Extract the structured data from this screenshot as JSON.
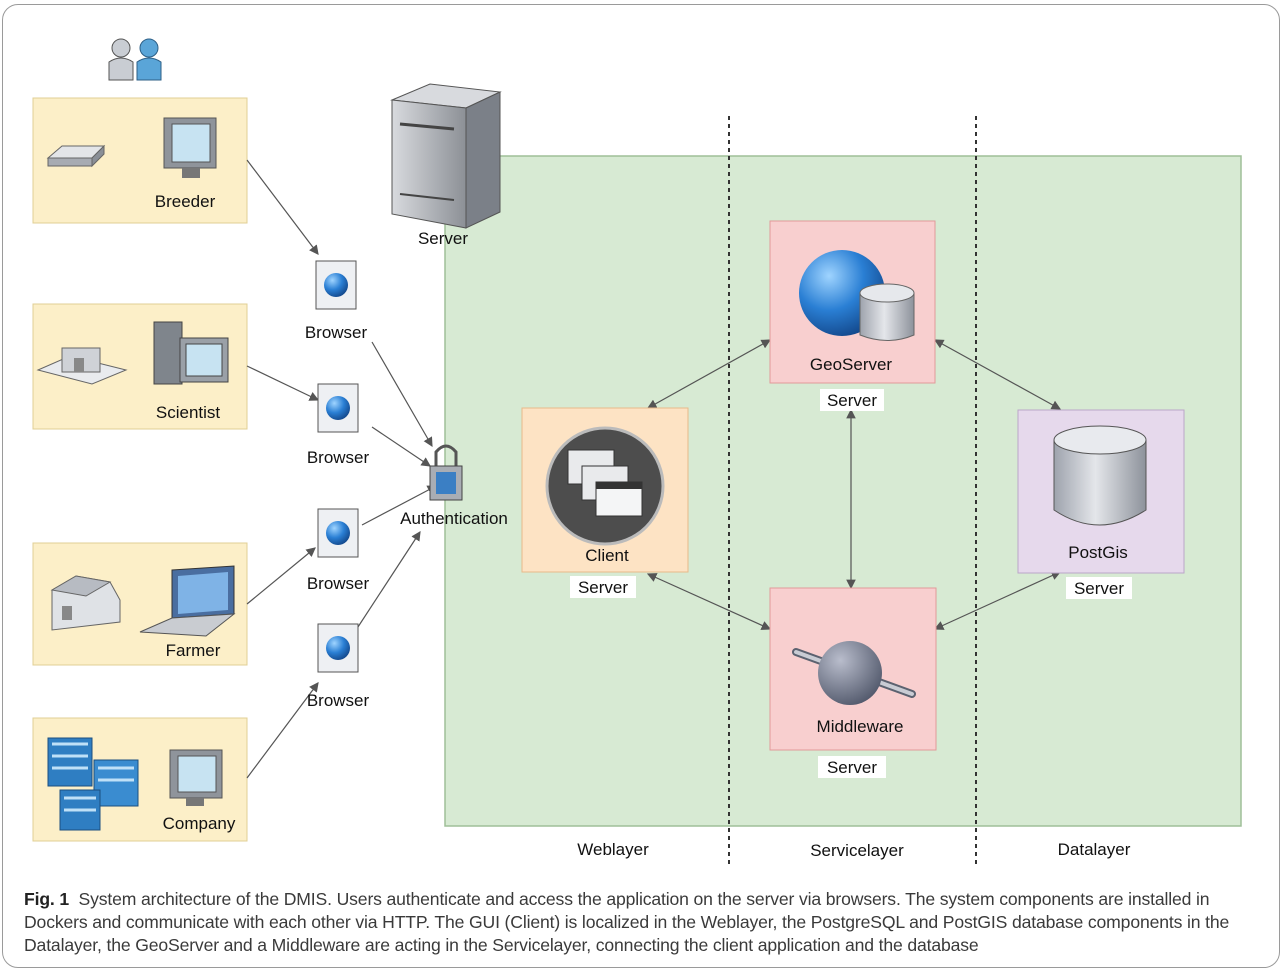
{
  "users": [
    {
      "label": "Breeder",
      "icon": "router-icon",
      "device": "monitor-icon"
    },
    {
      "label": "Scientist",
      "icon": "building-icon",
      "device": "workstation-icon"
    },
    {
      "label": "Farmer",
      "icon": "farmhouse-icon",
      "device": "laptop-icon"
    },
    {
      "label": "Company",
      "icon": "office-buildings-icon",
      "device": "monitor-icon"
    }
  ],
  "browser_label": "Browser",
  "authentication_label": "Authentication",
  "server_machine_label": "Server",
  "components": {
    "client": {
      "name": "Client",
      "host": "Server",
      "color": "#fde3c4"
    },
    "geoserver": {
      "name": "GeoServer",
      "host": "Server",
      "color": "#f8cfcf"
    },
    "middleware": {
      "name": "Middleware",
      "host": "Server",
      "color": "#f8cfcf"
    },
    "postgis": {
      "name": "PostGis",
      "host": "Server",
      "color": "#e6d9ec"
    }
  },
  "layers": [
    "Weblayer",
    "Servicelayer",
    "Datalayer"
  ],
  "caption": {
    "label": "Fig. 1",
    "text": "System architecture of the DMIS. Users authenticate and access the application on the server via browsers. The system components are installed in Dockers and communicate with each other via HTTP. The GUI (Client) is localized in the Weblayer, the PostgreSQL and PostGIS database components in the Datalayer, the GeoServer and a Middleware are acting in the Servicelayer, connecting the client application and the database"
  },
  "colors": {
    "server_area": "#d7ead3",
    "user_box": "#fcefc8",
    "connector": "#555555"
  }
}
